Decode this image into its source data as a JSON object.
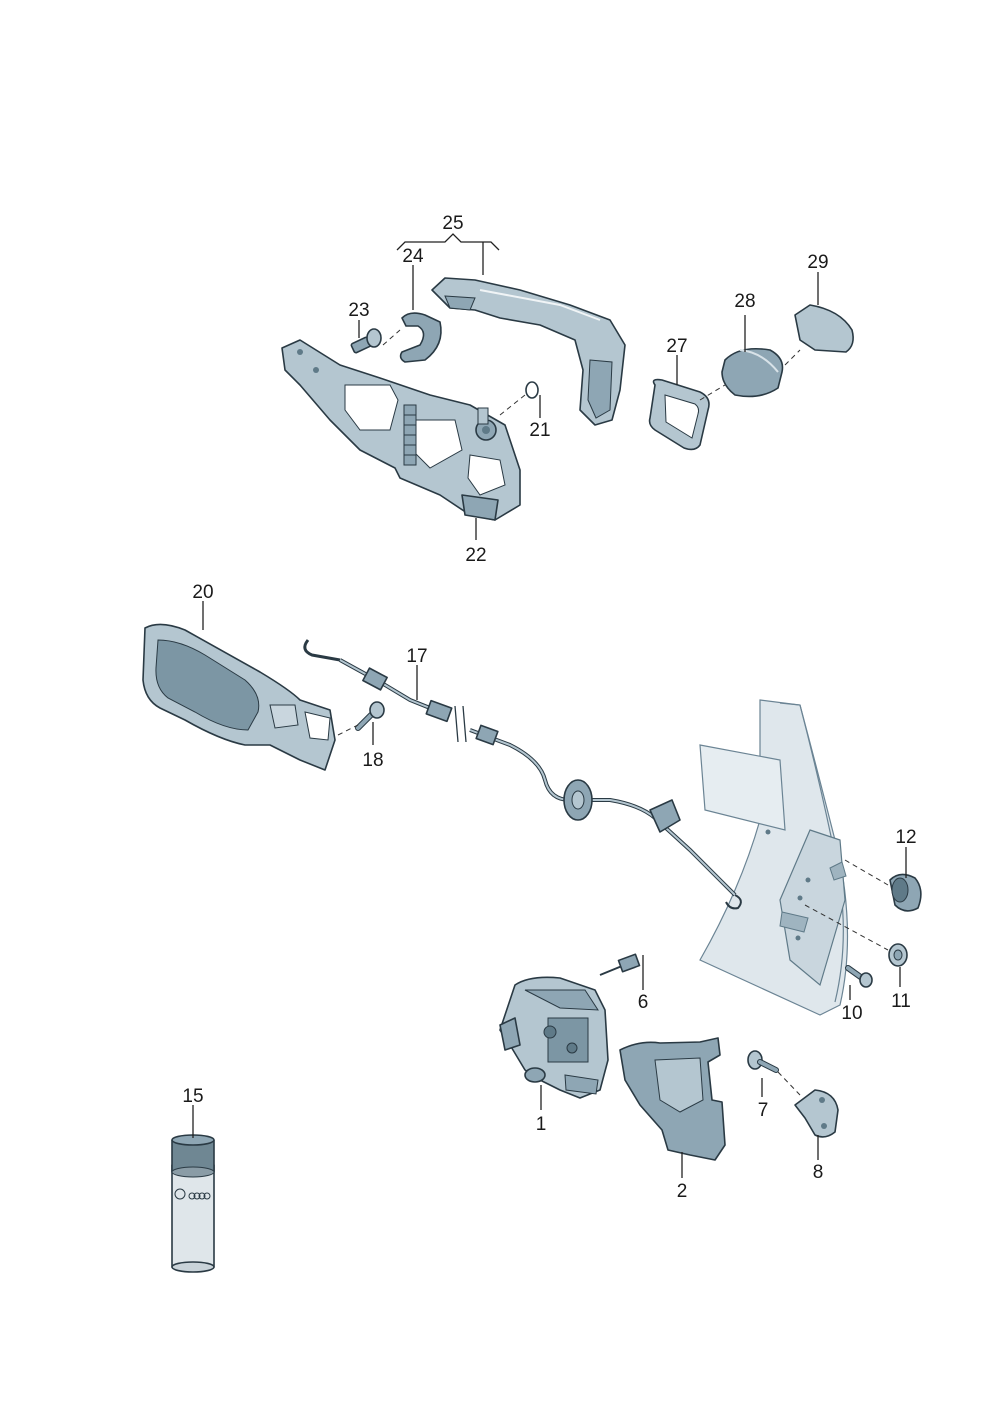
{
  "diagram": {
    "title": "",
    "callouts": {
      "p1": "1",
      "p2": "2",
      "p6": "6",
      "p7": "7",
      "p8": "8",
      "p10": "10",
      "p11": "11",
      "p12": "12",
      "p15": "15",
      "p17": "17",
      "p18": "18",
      "p20": "20",
      "p21": "21",
      "p22": "22",
      "p23": "23",
      "p24": "24",
      "p25": "25",
      "p27": "27",
      "p28": "28",
      "p29": "29"
    },
    "colors": {
      "part_fill": "#b4c6d0",
      "part_shade": "#8ea6b4",
      "part_dark": "#5f7a88",
      "door_fill": "#d9e2e8",
      "outline": "#2a3a44"
    }
  }
}
